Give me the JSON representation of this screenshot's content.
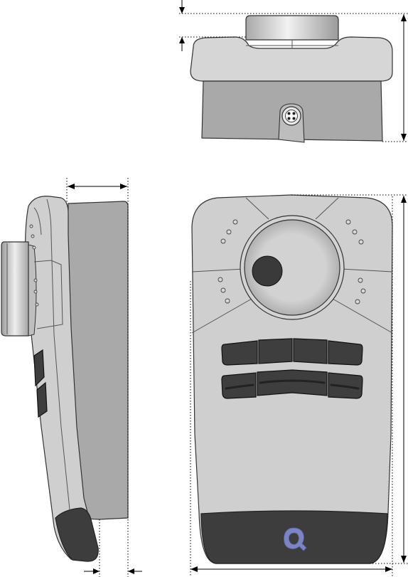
{
  "figure": {
    "views": [
      "top-view",
      "side-view",
      "front-view"
    ],
    "device": "3d-mouse-controller",
    "logo": "q-logo-icon",
    "colors": {
      "body": "#cfcfcf",
      "body_shadow": "#a9a9a9",
      "buttons": "#3e3e3e",
      "bottom_cap": "#3d3d3d",
      "logo": "#7d84c2",
      "dimension_lines": "#000000"
    },
    "front_buttons": {
      "top_row": 4,
      "bottom_row": 3
    },
    "side_buttons": 2,
    "connector_pins": 4
  }
}
